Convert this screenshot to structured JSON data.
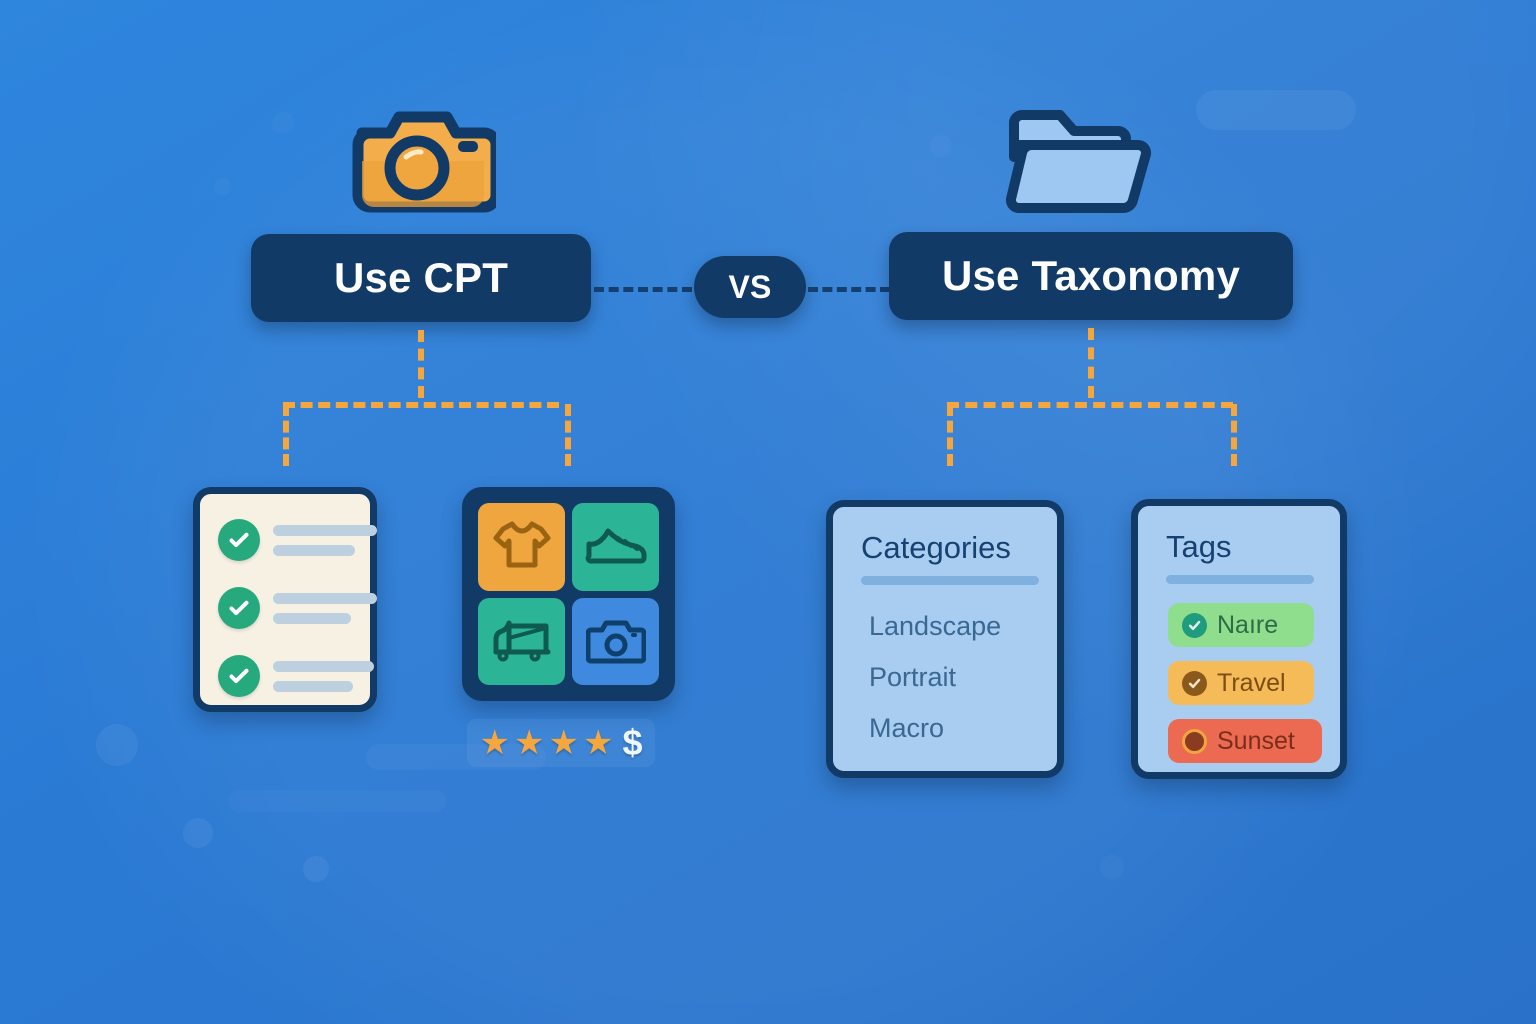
{
  "theme": {
    "background": "#2b7cd6",
    "navy": "#123a66",
    "orange": "#f5a63c",
    "green": "#27a97e",
    "teal": "#2cb496",
    "blue_tile": "#3f89de",
    "panel_bg": "#a8cdf0",
    "paper": "#f7f1e4"
  },
  "header": {
    "left": {
      "label": "Use CPT",
      "icon": "camera-icon"
    },
    "right": {
      "label": "Use Taxonomy",
      "icon": "folder-icon"
    },
    "versus": "VS"
  },
  "cpt_branch": {
    "checklist_card": {
      "rows": [
        {
          "checked": true,
          "line_widths": [
            104,
            82
          ]
        },
        {
          "checked": true,
          "line_widths": [
            104,
            78
          ]
        },
        {
          "checked": true,
          "line_widths": [
            101,
            80
          ]
        }
      ]
    },
    "grid_card": {
      "tiles": [
        {
          "icon": "tshirt-icon",
          "color": "orange"
        },
        {
          "icon": "shoe-icon",
          "color": "teal"
        },
        {
          "icon": "truck-icon",
          "color": "teal"
        },
        {
          "icon": "camera-icon",
          "color": "blue"
        }
      ]
    },
    "rating": {
      "stars_filled": 4,
      "star_glyph": "★",
      "price_glyph": "$"
    }
  },
  "taxonomy_branch": {
    "categories_card": {
      "title": "Categories",
      "items": [
        "Landscape",
        "Portrait",
        "Macro"
      ]
    },
    "tags_card": {
      "title": "Tags",
      "tags": [
        {
          "label": "Naıre",
          "swatch": "green",
          "dot_icon": "check-circle-icon",
          "dot_color": "#1f9b7e"
        },
        {
          "label": "Travel",
          "swatch": "orange",
          "dot_icon": "check-circle-icon",
          "dot_color": "#8a5a1d"
        },
        {
          "label": "Sunset",
          "swatch": "red",
          "dot_icon": "circle-icon",
          "dot_color": "#8a3b22"
        }
      ]
    }
  }
}
